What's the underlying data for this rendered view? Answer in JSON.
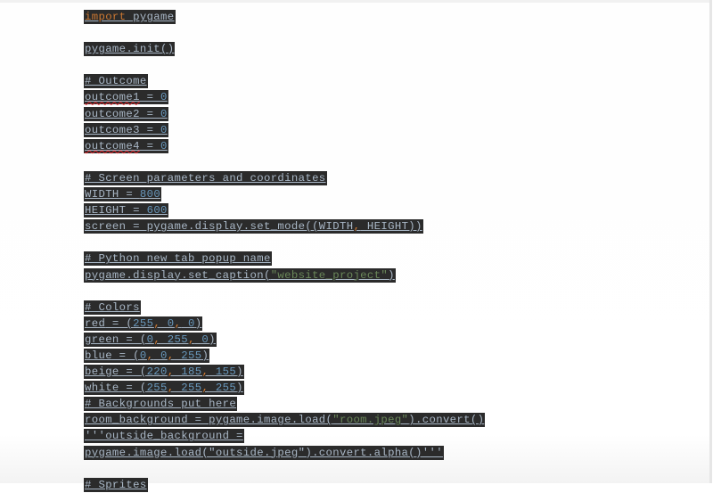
{
  "document": {
    "language": "python",
    "lines": {
      "l1": {
        "kw": "import",
        "rest": " pygame"
      },
      "l2": {
        "text": "pygame.init()"
      },
      "l3": {
        "comment": "# Outcome"
      },
      "l4": {
        "name": "outcome1",
        "op": " = ",
        "value": "0"
      },
      "l5": {
        "name": "outcome2",
        "op": " = ",
        "value": "0"
      },
      "l6": {
        "name": "outcome3",
        "op": " = ",
        "value": "0"
      },
      "l7": {
        "name": "outcome4",
        "op": " = ",
        "value": "0"
      },
      "l8": {
        "comment": "# Screen parameters and coordinates"
      },
      "l9": {
        "name": "WIDTH",
        "op": " = ",
        "value": "800"
      },
      "l10": {
        "name": "HEIGHT",
        "op": " = ",
        "value": "600"
      },
      "l11": {
        "pre": "screen = pygame.display.set_mode((WIDTH",
        "comma": ",",
        "post": " HEIGHT))"
      },
      "l12": {
        "comment": "# Python new tab popup name"
      },
      "l13": {
        "pre": "pygame.display.set_caption(",
        "str": "\"website_project\"",
        "post": ")"
      },
      "l14": {
        "comment": "# Colors"
      },
      "l15": {
        "name": "red",
        "op": " = (",
        "v1": "255",
        "v2": " 0",
        "v3": " 0",
        "close": ")"
      },
      "l16": {
        "name": "green",
        "op": " = (",
        "v1": "0",
        "v2": " 255",
        "v3": " 0",
        "close": ")"
      },
      "l17": {
        "name": "blue",
        "op": " = (",
        "v1": "0",
        "v2": " 0",
        "v3": " 255",
        "close": ")"
      },
      "l18": {
        "name": "beige",
        "op": " = (",
        "v1": "220",
        "v2": " 185",
        "v3": " 155",
        "close": ")"
      },
      "l19": {
        "name": "white",
        "op": " = (",
        "v1": "255",
        "v2": " 255",
        "v3": " 255",
        "close": ")"
      },
      "l20": {
        "comment": "# Backgrounds put here"
      },
      "l21": {
        "pre": "room_background = pygame.image.load(",
        "str": "\"room.jpeg\"",
        "post": ").convert()"
      },
      "l22": {
        "str": "'''outside_background ="
      },
      "l23": {
        "str": "pygame.image.load(\"outside.jpeg\").convert.alpha()'''"
      },
      "l24": {
        "comment": "# Sprites"
      }
    },
    "comma": ","
  },
  "colors": {
    "code_background": "#2b2b2b",
    "default_text": "#a9b7c6",
    "keyword": "#cc7832",
    "number": "#6897bb",
    "string": "#6a8759",
    "comment": "#808080",
    "spellcheck_squiggle": "#e0252b"
  }
}
